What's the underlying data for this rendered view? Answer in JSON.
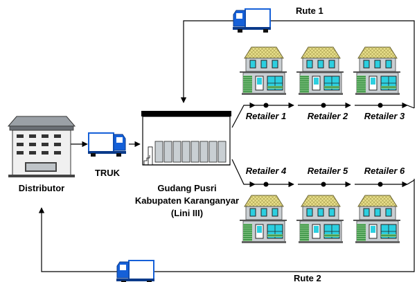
{
  "labels": {
    "distributor": "Distributor",
    "truk": "TRUK",
    "gudang_line1": "Gudang Pusri",
    "gudang_line2": "Kabupaten Karanganyar",
    "gudang_line3": "(Lini III)",
    "rute1": "Rute 1",
    "rute2": "Rute 2"
  },
  "retailers_top": [
    "Retailer 1",
    "Retailer 2",
    "Retailer 3"
  ],
  "retailers_bottom": [
    "Retailer 4",
    "Retailer 5",
    "Retailer 6"
  ],
  "icons": {
    "distributor": "office-building-icon",
    "warehouse": "warehouse-icon",
    "truck": "truck-icon",
    "house": "house-icon"
  },
  "colors": {
    "truck_blue": "#1560d8",
    "roof_yellow": "#e8df8a",
    "house_body": "#c9cfd3",
    "window_cyan": "#2ccfe0",
    "shrub_green": "#2e8b3a",
    "building_gray": "#9aa0a6"
  }
}
